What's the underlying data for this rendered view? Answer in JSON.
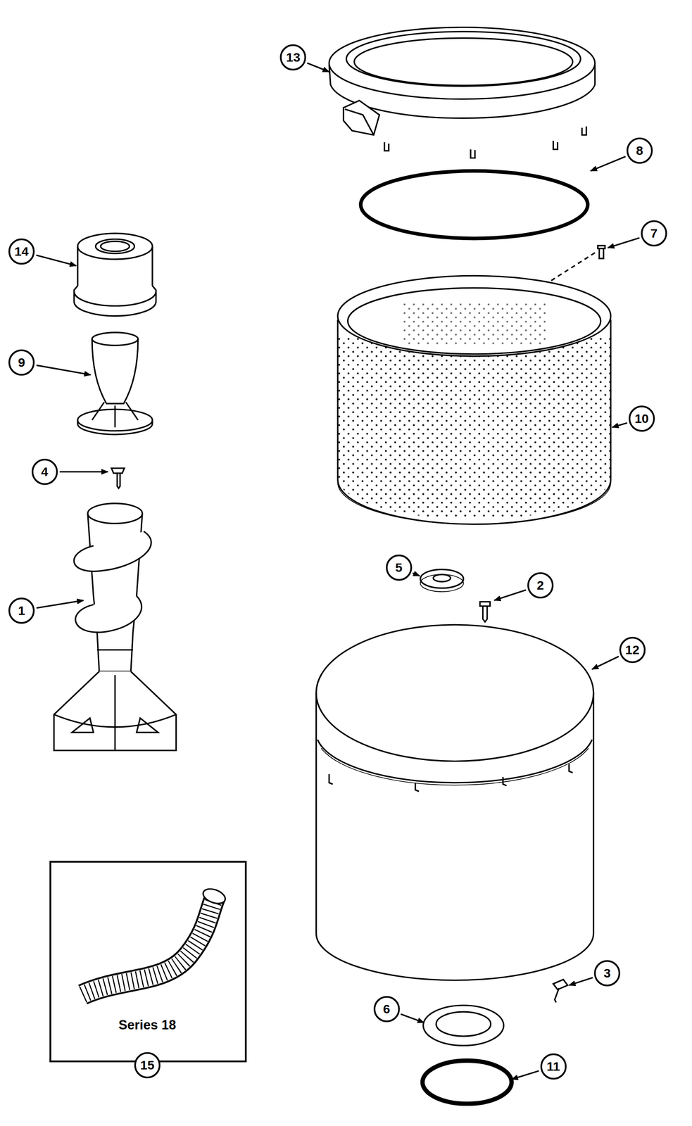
{
  "diagram": {
    "labels": [
      "13",
      "8",
      "7",
      "14",
      "9",
      "4",
      "10",
      "5",
      "2",
      "1",
      "12",
      "3",
      "6",
      "11",
      "Series 18",
      "15"
    ]
  }
}
